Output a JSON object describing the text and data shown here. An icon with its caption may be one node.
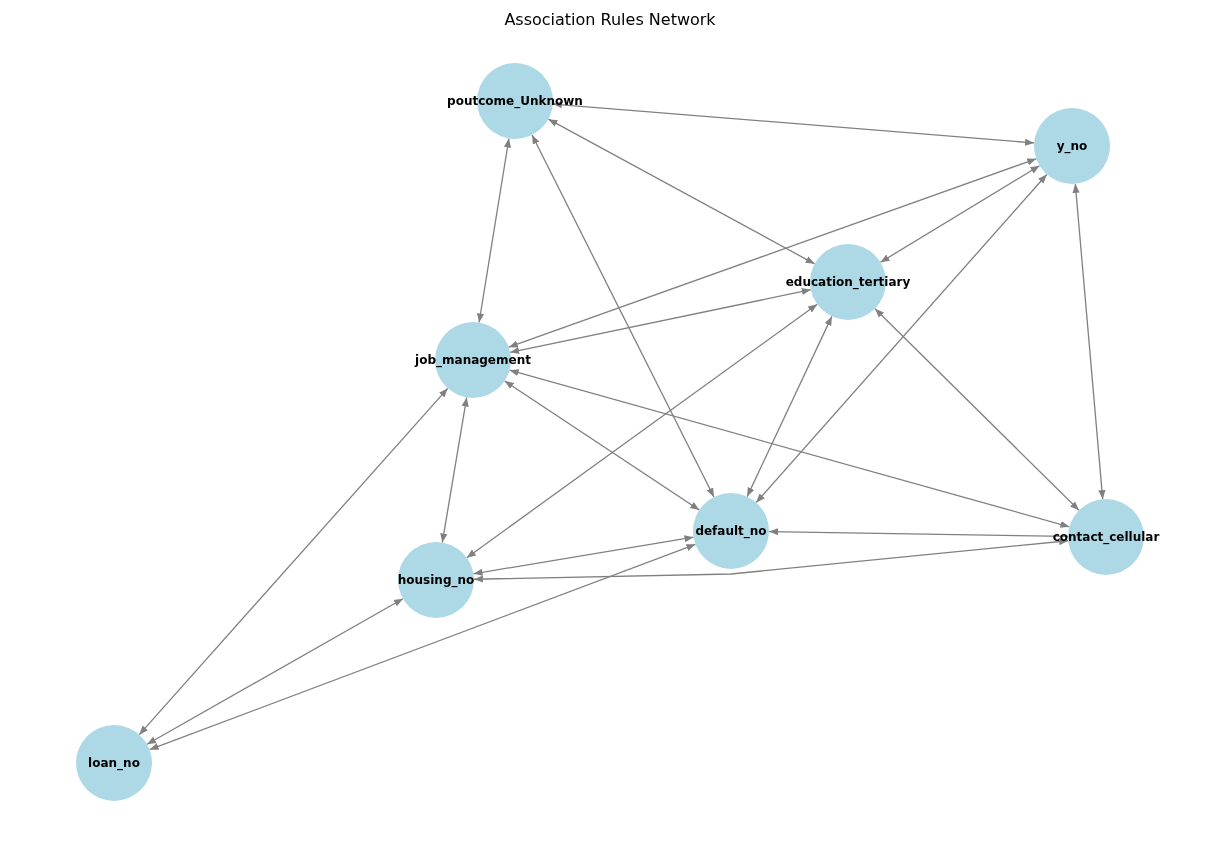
{
  "diagram": {
    "title": "Association Rules Network",
    "nodes": [
      {
        "text": [
          "poutcome_Unknown"
        ]
      },
      {
        "text": [
          "y_no"
        ]
      },
      {
        "text": [
          "education_tertiary"
        ]
      },
      {
        "text": [
          "job_management"
        ]
      },
      {
        "text": [
          "default_no"
        ]
      },
      {
        "text": [
          "contact_cellular"
        ]
      },
      {
        "text": [
          "housing_no"
        ]
      },
      {
        "text": [
          "loan_no"
        ]
      }
    ],
    "edges": [
      {
        "from": 0,
        "to": 1,
        "arrow": "both"
      },
      {
        "from": 0,
        "to": 2,
        "arrow": "both"
      },
      {
        "from": 0,
        "to": 3,
        "arrow": "both"
      },
      {
        "from": 0,
        "to": 4,
        "arrow": "both"
      },
      {
        "from": 1,
        "to": 3,
        "arrow": "both"
      },
      {
        "from": 1,
        "to": 2,
        "arrow": "both"
      },
      {
        "from": 1,
        "to": 4,
        "arrow": "both"
      },
      {
        "from": 1,
        "to": 5,
        "arrow": "both"
      },
      {
        "from": 3,
        "to": 2,
        "arrow": "both"
      },
      {
        "from": 2,
        "to": 6,
        "arrow": "both"
      },
      {
        "from": 2,
        "to": 4,
        "arrow": "both"
      },
      {
        "from": 2,
        "to": 5,
        "arrow": "both"
      },
      {
        "from": 3,
        "to": 4,
        "arrow": "both"
      },
      {
        "from": 3,
        "to": 5,
        "arrow": "both"
      },
      {
        "from": 3,
        "to": 6,
        "arrow": "both"
      },
      {
        "from": 3,
        "to": 7,
        "arrow": "both"
      },
      {
        "from": 5,
        "to": 4,
        "arrow": "to"
      },
      {
        "from": 6,
        "to": 5,
        "arrow": "both"
      },
      {
        "from": 4,
        "to": 6,
        "arrow": "both"
      },
      {
        "from": 6,
        "to": 7,
        "arrow": "both"
      },
      {
        "from": 4,
        "to": 7,
        "arrow": "both"
      }
    ]
  }
}
